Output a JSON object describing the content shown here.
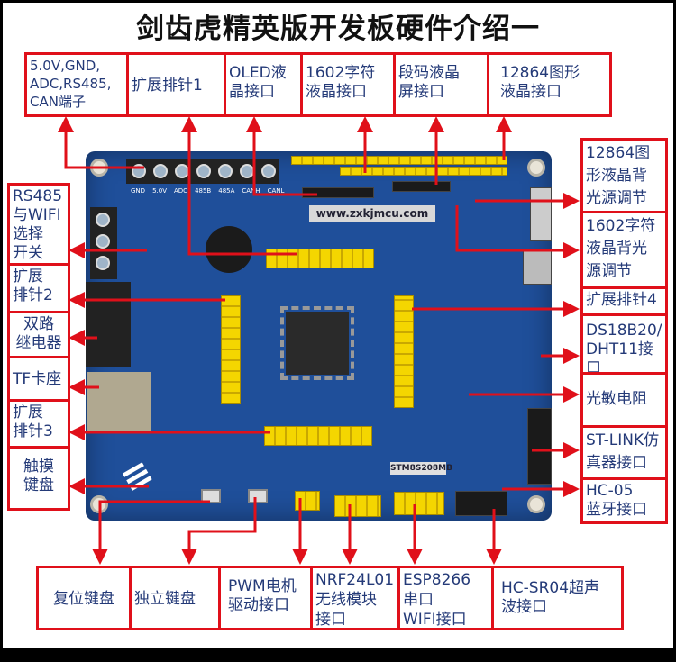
{
  "title": "剑齿虎精英版开发板硬件介绍一",
  "board": {
    "url": "www.zxkjmcu.com",
    "model": "STM8S208MB",
    "terminal_labels": [
      "GND",
      "5.0V",
      "ADC",
      "485B",
      "485A",
      "CANH",
      "CANL"
    ]
  },
  "top_labels": [
    "5.0V,GND,\nADC,RS485,\nCAN端子",
    "扩展排针1",
    "OLED液\n晶接口",
    "1602字符\n液晶接口",
    "段码液晶\n屏接口",
    "12864图形\n液晶接口"
  ],
  "left_labels": [
    "RS485\n与WIFI\n选择\n开关",
    "扩展\n排针2",
    "双路\n继电器",
    "TF卡座",
    "扩展\n排针3",
    "触摸\n键盘"
  ],
  "right_labels": [
    "12864图\n形液晶背\n光源调节",
    "1602字符\n液晶背光\n源调节",
    "扩展排针4",
    "DS18B20/\nDHT11接口",
    "光敏电阻",
    "ST-LINK仿\n真器接口",
    "HC-05\n蓝牙接口"
  ],
  "bottom_labels": [
    "复位键盘",
    "独立键盘",
    "PWM电机\n驱动接口",
    "NRF24L01\n无线模块\n接口",
    "ESP8266\n串口\nWIFI接口",
    "HC-SR04超声\n波接口"
  ],
  "colors": {
    "accent": "#e0101a",
    "label_text": "#243a78",
    "board": "#1f4f9a"
  }
}
